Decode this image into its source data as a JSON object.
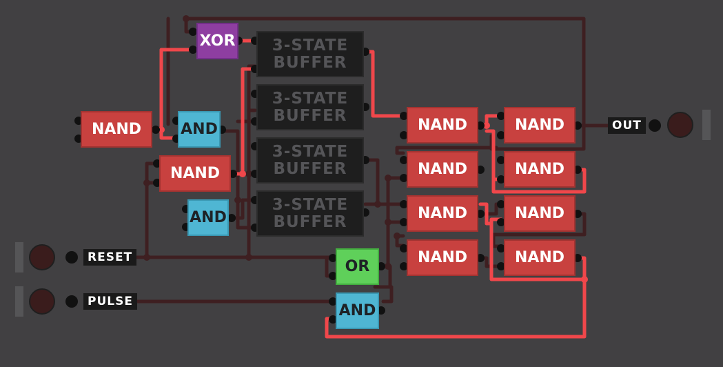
{
  "colors": {
    "background": "#414042",
    "wire_off": "#3e1f21",
    "wire_on": "#f0474b",
    "nand": "#c8413f",
    "and": "#4fb6d3",
    "or": "#5fd05a",
    "xor": "#8e3ea1",
    "buffer": "#1e1e1e"
  },
  "gates": {
    "xor": "XOR",
    "nand_a": "NAND",
    "and_a": "AND",
    "nand_b": "NAND",
    "and_b": "AND",
    "buffer_1": "3-STATE\nBUFFER",
    "buffer_2": "3-STATE\nBUFFER",
    "buffer_3": "3-STATE\nBUFFER",
    "buffer_4": "3-STATE\nBUFFER",
    "nand_r1c1": "NAND",
    "nand_r2c1": "NAND",
    "nand_r3c1": "NAND",
    "nand_r4c1": "NAND",
    "nand_r1c2": "NAND",
    "nand_r2c2": "NAND",
    "nand_r3c2": "NAND",
    "nand_r4c2": "NAND",
    "or": "OR",
    "and_c": "AND"
  },
  "io": {
    "reset_label": "RESET",
    "pulse_label": "PULSE",
    "out_label": "OUT"
  }
}
